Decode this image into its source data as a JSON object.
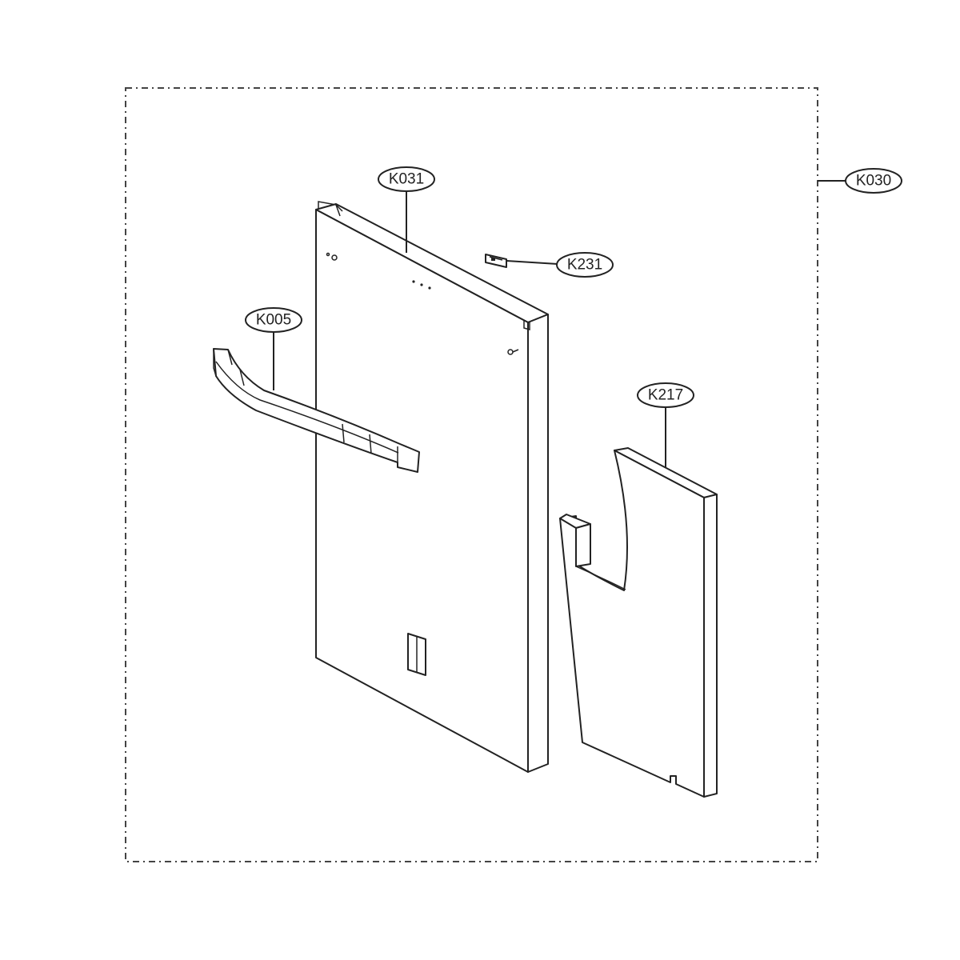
{
  "callouts": {
    "k030": "K030",
    "k031": "K031",
    "k231": "K231",
    "k005": "K005",
    "k217": "K217"
  },
  "colors": {
    "line": "#222222",
    "background": "#ffffff"
  }
}
